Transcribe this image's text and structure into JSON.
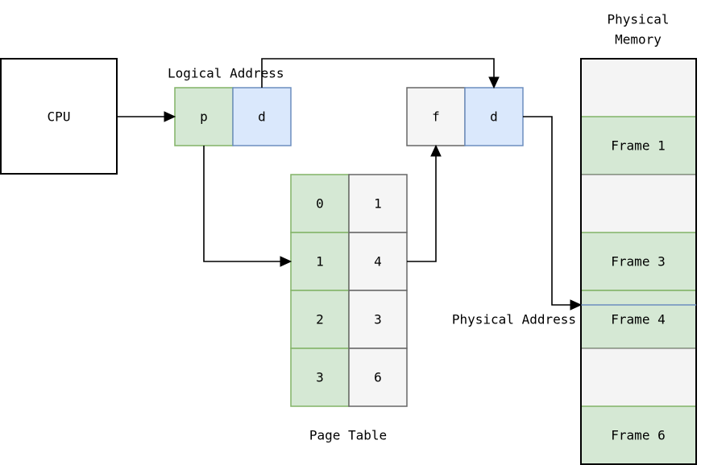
{
  "cpu": {
    "label": "CPU"
  },
  "logical_address": {
    "title": "Logical Address",
    "p": "p",
    "d": "d"
  },
  "physical_address": {
    "title": "Physical Address",
    "f": "f",
    "d": "d"
  },
  "page_table": {
    "title": "Page Table",
    "rows": [
      {
        "page": "0",
        "frame": "1"
      },
      {
        "page": "1",
        "frame": "4"
      },
      {
        "page": "2",
        "frame": "3"
      },
      {
        "page": "3",
        "frame": "6"
      }
    ]
  },
  "physical_memory": {
    "title_line1": "Physical",
    "title_line2": "Memory",
    "slots": [
      {
        "label": "",
        "filled": false
      },
      {
        "label": "Frame 1",
        "filled": true
      },
      {
        "label": "",
        "filled": false
      },
      {
        "label": "Frame 3",
        "filled": true
      },
      {
        "label": "Frame 4",
        "filled": true
      },
      {
        "label": "",
        "filled": false
      },
      {
        "label": "Frame 6",
        "filled": true
      }
    ]
  },
  "colors": {
    "green_fill": "#d5e8d4",
    "green_stroke": "#82b366",
    "blue_fill": "#dae8fc",
    "blue_stroke": "#6c8ebf",
    "gray_fill": "#f5f5f5",
    "gray_stroke": "#666666"
  }
}
